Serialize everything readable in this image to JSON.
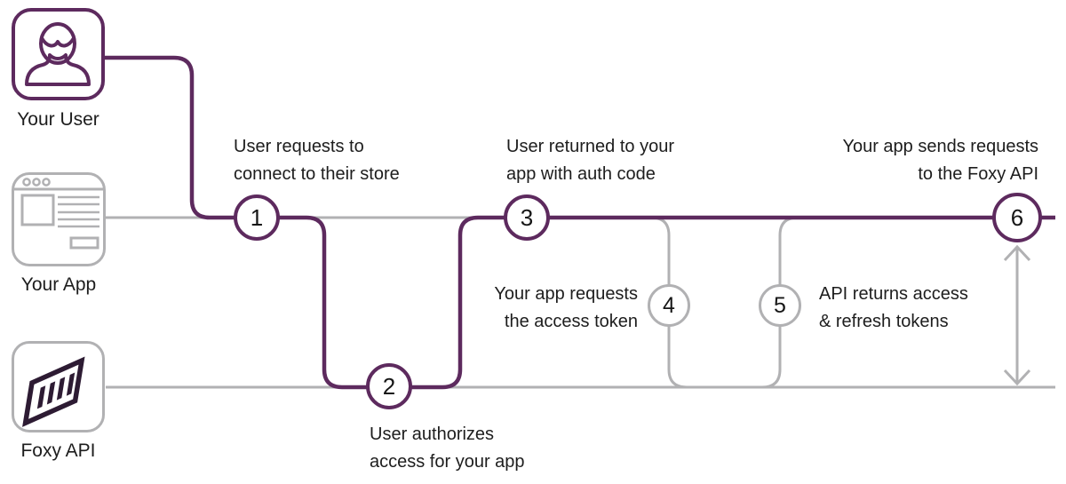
{
  "colors": {
    "purple": "#5d2a5e",
    "gray": "#b1b1b3",
    "logo": "#2d1b33",
    "ink": "#1d1d1d"
  },
  "actors": [
    {
      "label": "Your User"
    },
    {
      "label": "Your App"
    },
    {
      "label": "Foxy API"
    }
  ],
  "steps": [
    {
      "number": "1",
      "lines": [
        "User requests to",
        "connect to their store"
      ]
    },
    {
      "number": "2",
      "lines": [
        "User authorizes",
        "access for your app"
      ]
    },
    {
      "number": "3",
      "lines": [
        "User returned to your",
        "app with auth code"
      ]
    },
    {
      "number": "4",
      "lines": [
        "Your app requests",
        "the access token"
      ]
    },
    {
      "number": "5",
      "lines": [
        "API returns access",
        "& refresh tokens"
      ]
    },
    {
      "number": "6",
      "lines": [
        "Your app sends requests",
        "to the Foxy API"
      ]
    }
  ],
  "icons": {
    "user": "person-bust-icon",
    "app": "browser-window-icon",
    "api": "foxy-barcode-logo-icon",
    "link": "double-headed-arrow-icon"
  }
}
